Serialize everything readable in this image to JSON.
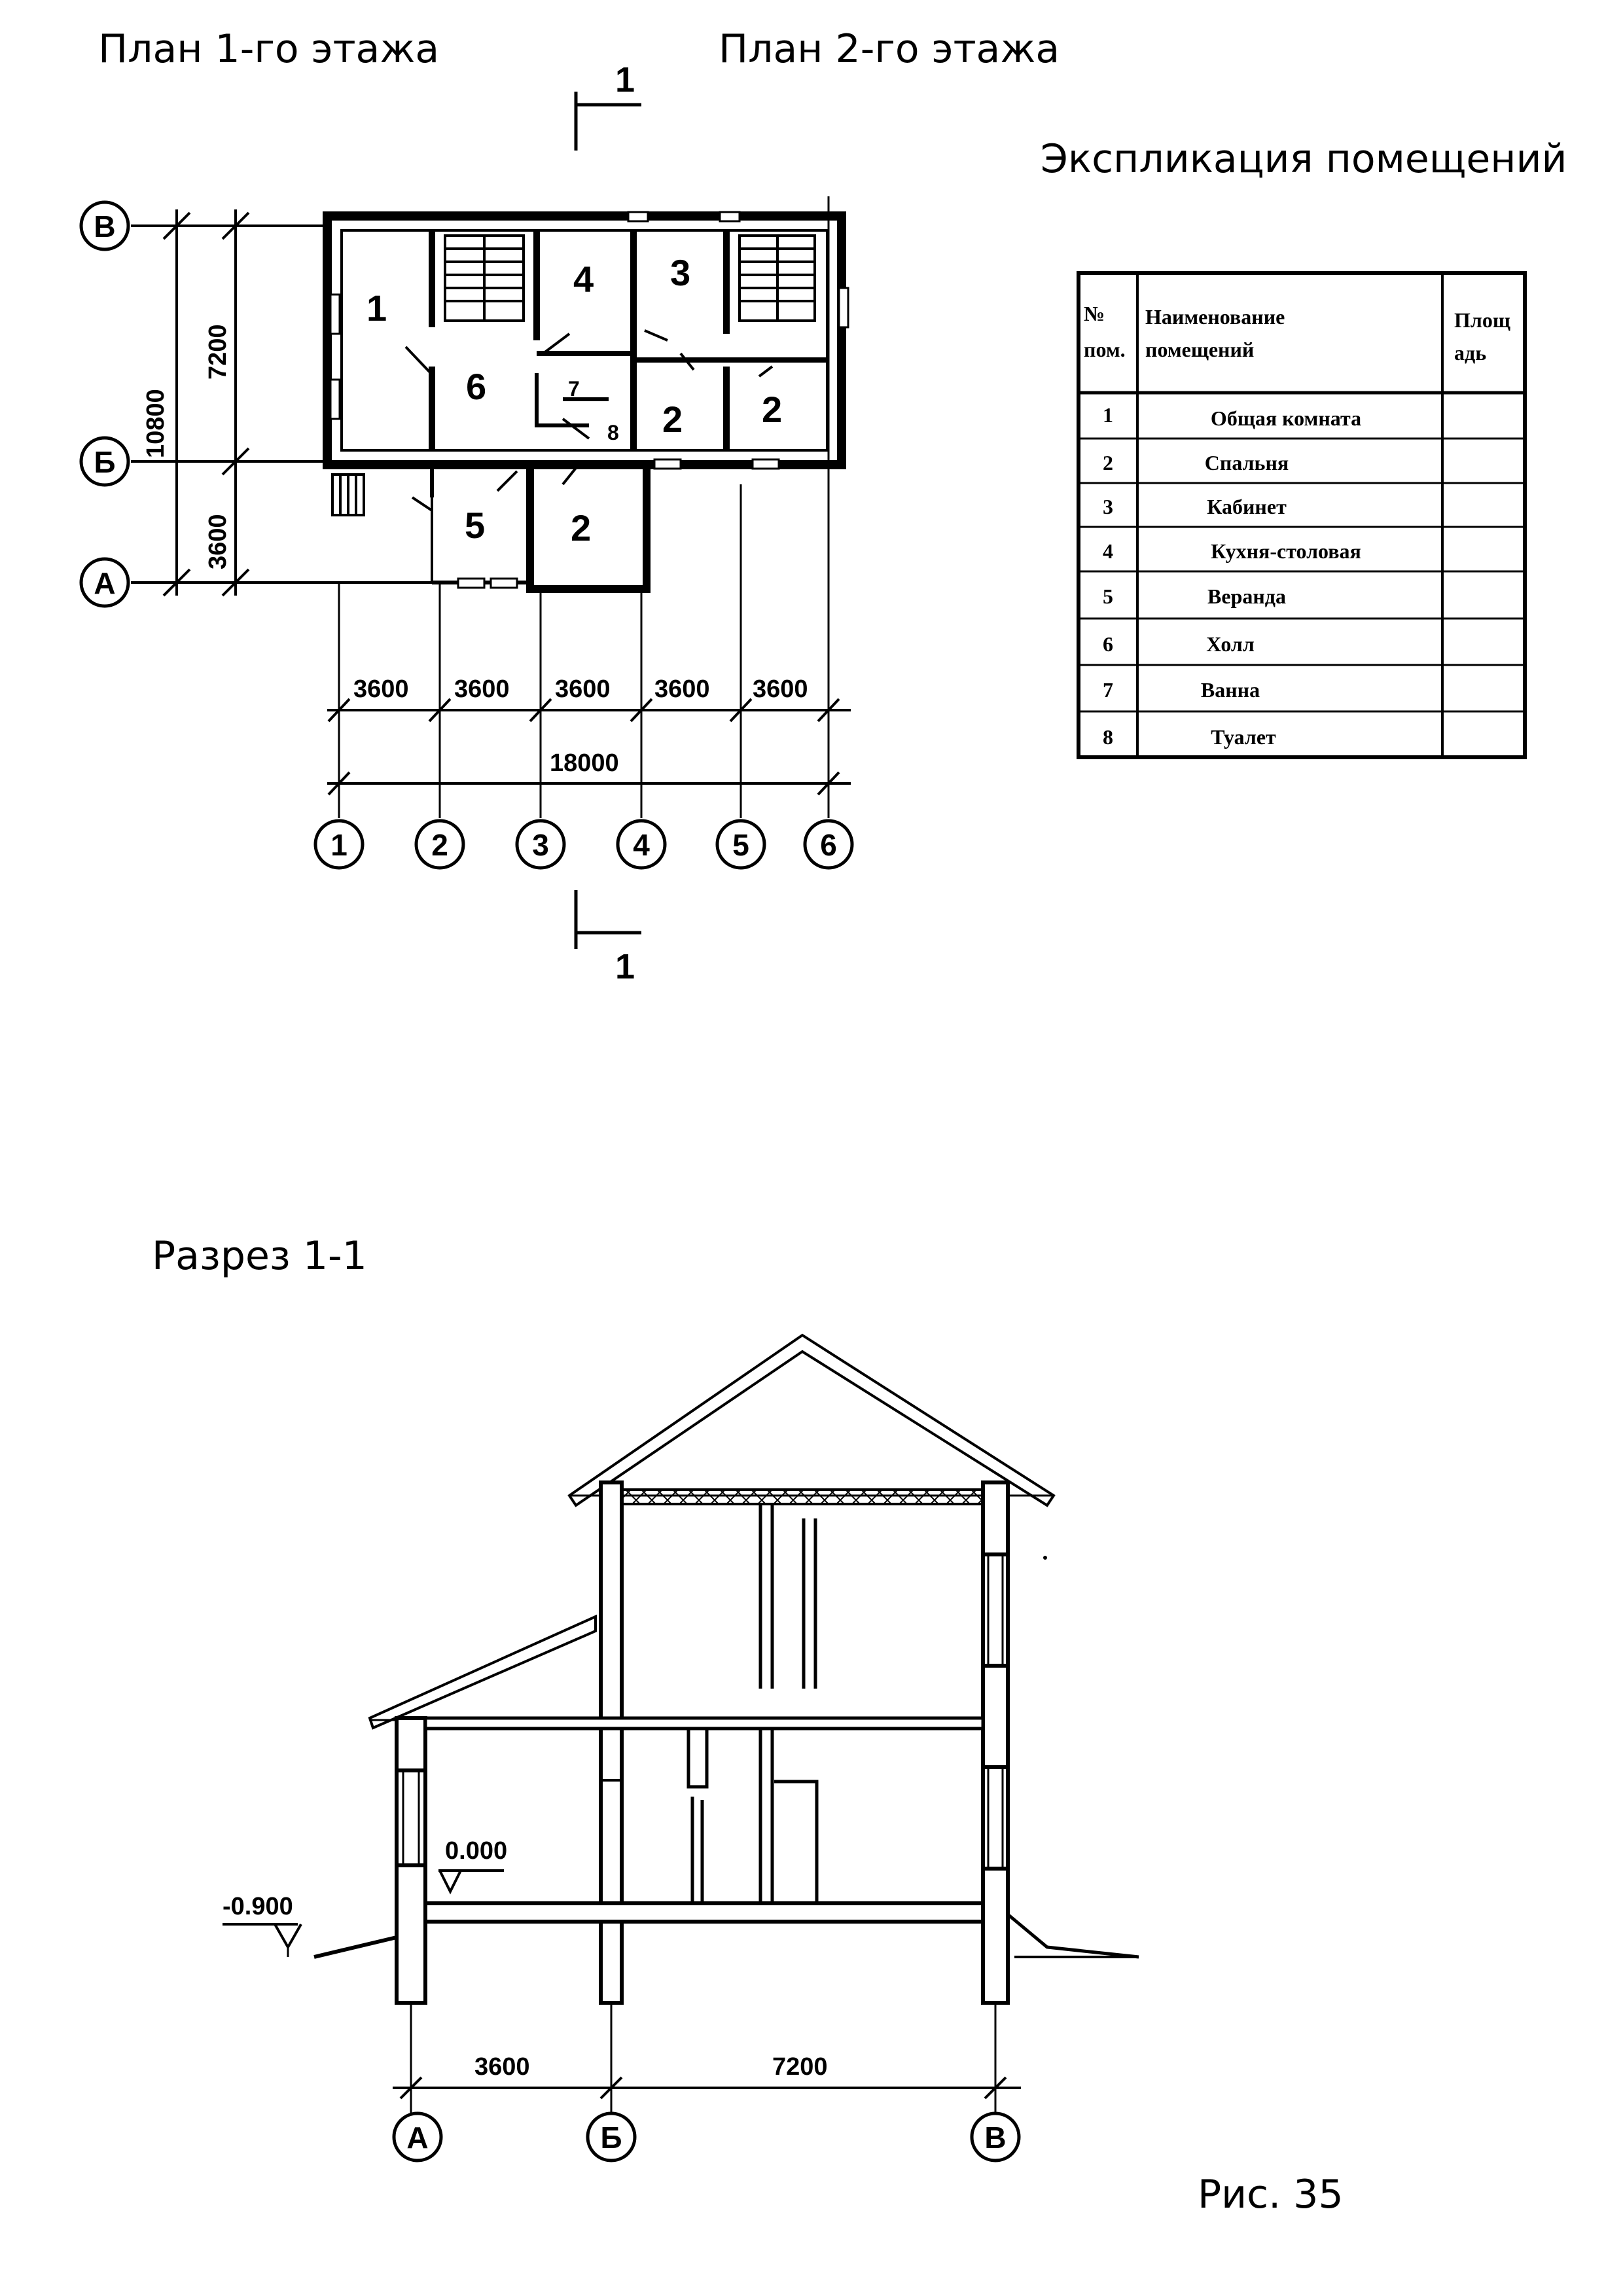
{
  "headings": {
    "plan1": "План 1-го этажа",
    "plan2": "План 2-го этажа",
    "explication": "Экспликация помещений",
    "section": "Разрез 1-1",
    "figure": "Рис. 35"
  },
  "section_mark": "1",
  "plan": {
    "axes_vertical": [
      "1",
      "2",
      "3",
      "4",
      "5",
      "6"
    ],
    "axes_horizontal": [
      "В",
      "Б",
      "А"
    ],
    "bay_dims": [
      "3600",
      "3600",
      "3600",
      "3600",
      "3600"
    ],
    "total_width": "18000",
    "left_dims": {
      "overall": "10800",
      "upper": "7200",
      "lower": "3600"
    },
    "room_labels": [
      "1",
      "4",
      "3",
      "6",
      "7",
      "8",
      "2",
      "2",
      "5",
      "2"
    ]
  },
  "table": {
    "headers": {
      "num": "№ пом.",
      "name": "Наименование помещений",
      "area": "Площ адь"
    },
    "rows": [
      {
        "num": "1",
        "name": "Общая комната",
        "area": ""
      },
      {
        "num": "2",
        "name": "Спальня",
        "area": ""
      },
      {
        "num": "3",
        "name": "Кабинет",
        "area": ""
      },
      {
        "num": "4",
        "name": "Кухня-столовая",
        "area": ""
      },
      {
        "num": "5",
        "name": "Веранда",
        "area": ""
      },
      {
        "num": "6",
        "name": "Холл",
        "area": ""
      },
      {
        "num": "7",
        "name": "Ванна",
        "area": ""
      },
      {
        "num": "8",
        "name": "Туалет",
        "area": ""
      }
    ]
  },
  "section": {
    "levels": {
      "ground": "-0.900",
      "floor": "0.000"
    },
    "dims": [
      "3600",
      "7200"
    ],
    "axes": [
      "А",
      "Б",
      "В"
    ]
  }
}
